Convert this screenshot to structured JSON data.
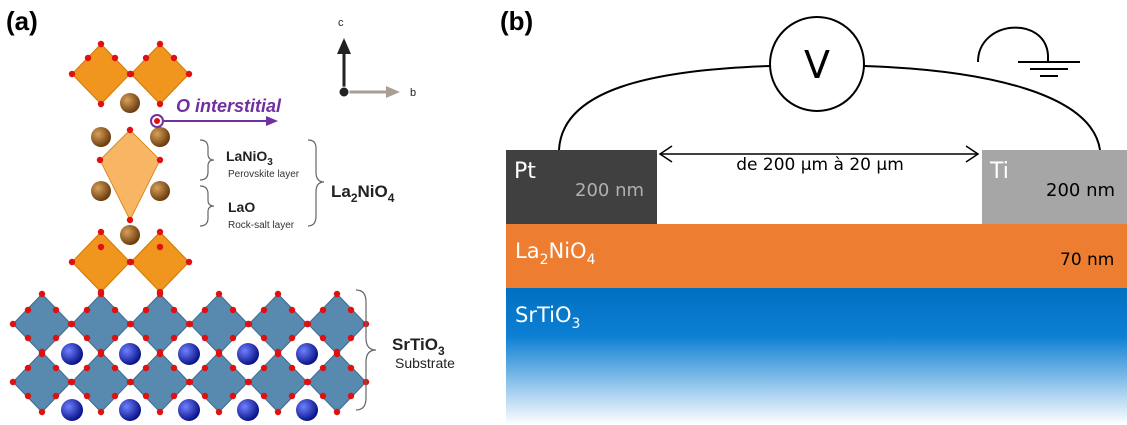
{
  "panel_a": {
    "label": "(a)",
    "axis_c": "c",
    "axis_b": "b",
    "o_interstitial": "O interstitial",
    "lanio3": "LaNiO",
    "lanio3_sub": "3",
    "perovskite_layer": "Perovskite layer",
    "lao": "LaO",
    "rock_salt_layer": "Rock-salt layer",
    "la2nio4_la": "La",
    "la2nio4_sub1": "2",
    "la2nio4_nio": "NiO",
    "la2nio4_sub2": "4",
    "srtio3": "SrTiO",
    "srtio3_sub": "3",
    "substrate": "Substrate"
  },
  "panel_b": {
    "label": "(b)",
    "voltmeter": "V",
    "pt": "Pt",
    "pt_thickness": "200 nm",
    "gap": "de 200 µm à 20 µm",
    "ti": "Ti",
    "ti_thickness": "200 nm",
    "film_la": "La",
    "film_sub1": "2",
    "film_nio": "NiO",
    "film_sub2": "4",
    "film_thickness": "70 nm",
    "substrate_sr": "SrTiO",
    "substrate_sub": "3"
  },
  "colors": {
    "octahedron_orange": "#f0961e",
    "octahedron_blue": "#4a7fa8",
    "la_atom": "#8b5a1e",
    "sr_atom": "#1426b4",
    "oxygen": "#e01010",
    "interstitial_purple": "#7030a0",
    "pt_gray": "#404040",
    "ti_gray": "#a6a6a6",
    "film_orange": "#ed7d31",
    "substrate_blue": "#0070c0"
  }
}
